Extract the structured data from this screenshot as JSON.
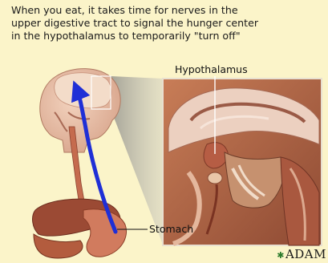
{
  "caption": {
    "line1": "When you eat, it takes time for nerves in the",
    "line2": "upper digestive tract to signal the hunger center",
    "line3": "in the hypothalamus to temporarily \"turn off\""
  },
  "labels": {
    "hypothalamus": "Hypothalamus",
    "stomach": "Stomach"
  },
  "logo": {
    "text": "ADAM"
  },
  "icons": {
    "logo_mark": "adam-star-icon"
  },
  "colors": {
    "background": "#fbf4c9",
    "signal_arrow": "#1f2fd6",
    "tissue": "#c97a54",
    "brain": "#e9c4b2"
  }
}
